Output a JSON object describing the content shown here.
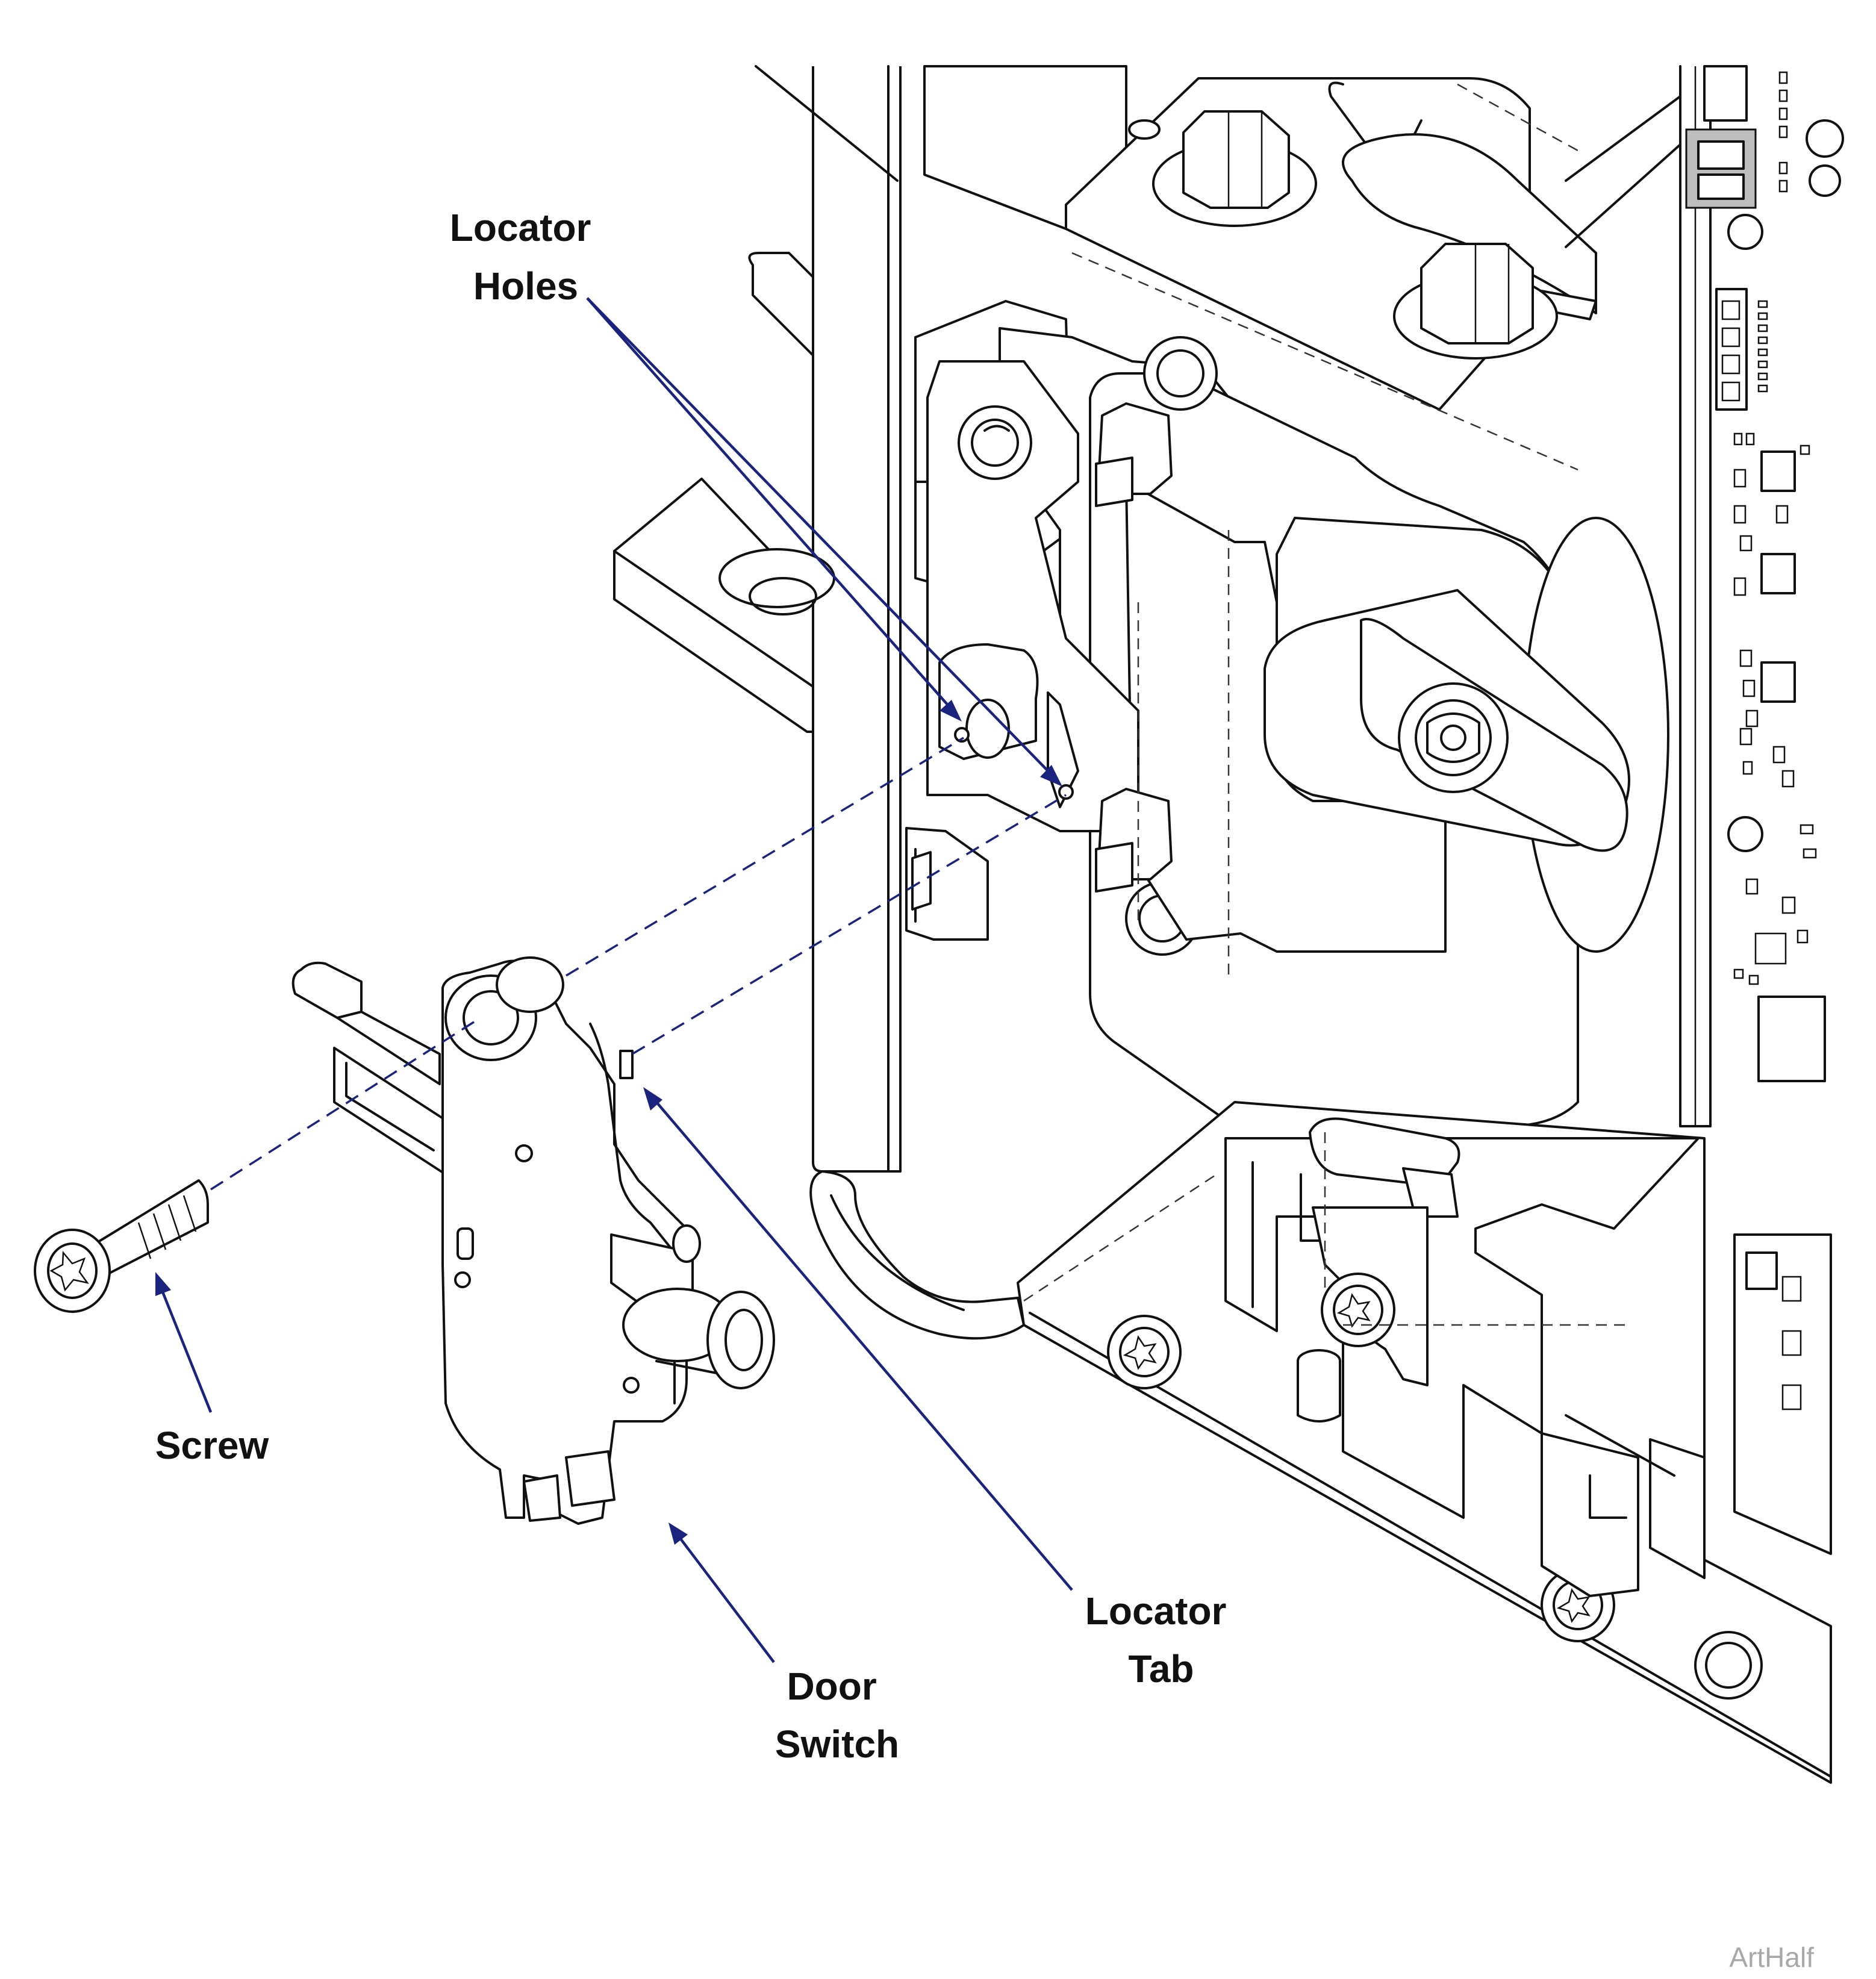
{
  "labels": {
    "locator_holes": [
      "Locator",
      "Holes"
    ],
    "screw": [
      "Screw"
    ],
    "door_switch": [
      "Door",
      "Switch"
    ],
    "locator_tab": [
      "Locator",
      "Tab"
    ]
  },
  "watermark": "ArtHalf",
  "colors": {
    "leader": "#1a237e",
    "line_art": "#111111",
    "watermark": "#a8a8a8",
    "connector_fill": "#bdbdbd"
  }
}
